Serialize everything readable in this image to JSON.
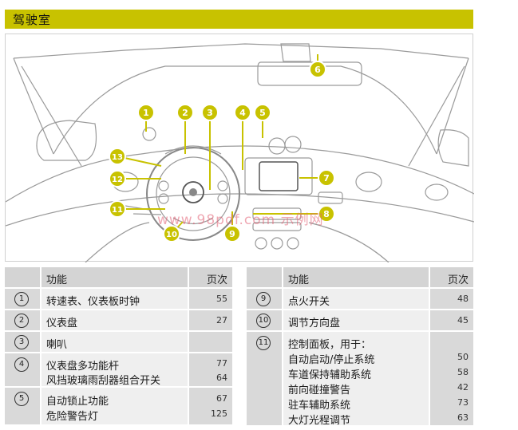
{
  "section_title": "驾驶室",
  "watermark": "www.98pdf.com 示例网",
  "callouts": [
    "1",
    "2",
    "3",
    "4",
    "5",
    "6",
    "7",
    "8",
    "9",
    "10",
    "11",
    "12",
    "13"
  ],
  "colors": {
    "header": "#c8c200",
    "callout_fill": "#c8c200",
    "table_dark": "#d9d9d9",
    "table_light": "#efefef"
  },
  "left_table": {
    "headers": {
      "function": "功能",
      "page": "页次"
    },
    "rows": [
      {
        "num": "1",
        "lines": [
          "转速表、仪表板时钟"
        ],
        "pages": [
          "55"
        ]
      },
      {
        "num": "2",
        "lines": [
          "仪表盘"
        ],
        "pages": [
          "27"
        ]
      },
      {
        "num": "3",
        "lines": [
          "喇叭"
        ],
        "pages": [
          ""
        ]
      },
      {
        "num": "4",
        "lines": [
          "仪表盘多功能杆",
          "风挡玻璃雨刮器组合开关"
        ],
        "pages": [
          "77",
          "64"
        ]
      },
      {
        "num": "5",
        "lines": [
          "自动锁止功能",
          "危险警告灯"
        ],
        "pages": [
          "67",
          "125"
        ]
      }
    ]
  },
  "right_table": {
    "headers": {
      "function": "功能",
      "page": "页次"
    },
    "rows": [
      {
        "num": "9",
        "lines": [
          "点火开关"
        ],
        "pages": [
          "48"
        ]
      },
      {
        "num": "10",
        "lines": [
          "调节方向盘"
        ],
        "pages": [
          "45"
        ]
      },
      {
        "num": "11",
        "lines": [
          "控制面板，用于：",
          "自动启动/停止系统",
          "车道保持辅助系统",
          "前向碰撞警告",
          "驻车辅助系统",
          "大灯光程调节"
        ],
        "pages": [
          "",
          "50",
          "58",
          "42",
          "73",
          "63"
        ]
      }
    ]
  }
}
